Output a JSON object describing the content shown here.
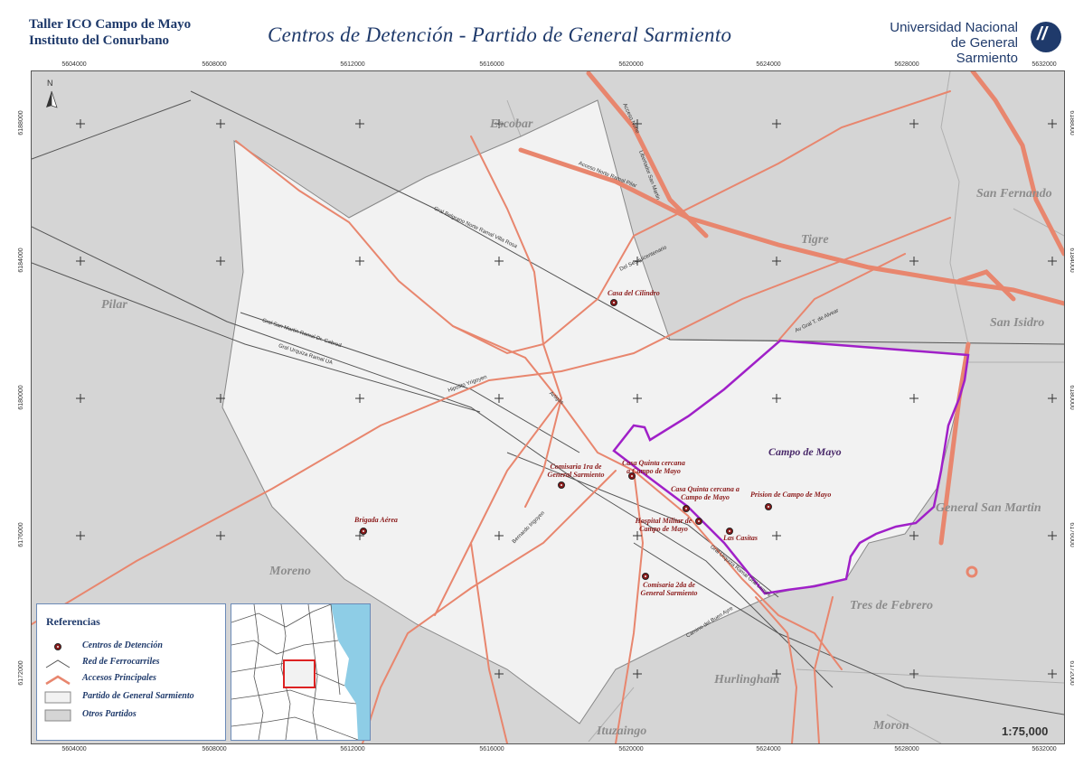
{
  "header": {
    "left_line1": "Taller ICO Campo de Mayo",
    "left_line2": "Instituto del Conurbano",
    "title": "Centros de Detención - Partido de General Sarmiento",
    "right_line1": "Universidad Nacional",
    "right_line2": "de General Sarmiento"
  },
  "grid": {
    "x_ticks": [
      "5604000",
      "5608000",
      "5612000",
      "5616000",
      "5620000",
      "5624000",
      "5628000",
      "5632000"
    ],
    "y_ticks": [
      "6188000",
      "6184000",
      "6180000",
      "6176000",
      "6172000"
    ]
  },
  "north_label": "N",
  "places": {
    "escobar": "Escobar",
    "tigre": "Tigre",
    "san_fernando": "San Fernando",
    "san_isidro": "San Isidro",
    "pilar": "Pilar",
    "campo_de_mayo": "Campo de Mayo",
    "general_san_martin": "General San Martin",
    "tres_de_febrero": "Tres de Febrero",
    "moreno": "Moreno",
    "hurlingham": "Hurlingham",
    "ituzaingo": "Ituzaingo",
    "moron": "Moron"
  },
  "detention_centers": [
    {
      "name": "Casa del Cilindro"
    },
    {
      "name": "Comisaria 1ra de General Sarmiento"
    },
    {
      "name": "Casa Quinta cercana a Campo de Mayo"
    },
    {
      "name": "Casa Quinta cercana a Campo de Mayo"
    },
    {
      "name": "Prision de Campo de Mayo"
    },
    {
      "name": "Hospital Militar de Campo de Mayo"
    },
    {
      "name": "Las Casitas"
    },
    {
      "name": "Brigada Aérea"
    },
    {
      "name": "Comisaria 2da de General Sarmiento"
    }
  ],
  "road_labels": {
    "acceso_norte_pilar": "Acceso Norte Ramal Pilar",
    "gral_belgrano": "Gral Belgrano Norte Ramal Villa Rosa",
    "del_sesquicentenario": "Del Sesquicentenario",
    "gral_san_martin": "Gral San Martin Ramal Dr. Cabred",
    "gral_urquiza_ua": "Gral Urquiza Ramal UA",
    "hipolito_yrigoyen": "Hipolito Yrigoyen",
    "artigas": "Artigas",
    "bernardo_irigoyen": "Bernardo Irigoyen",
    "libertador": "Libertador San Martin",
    "acceso_norte": "Acceso Norte",
    "gral_urquiza_ramal": "Gral Urquiza Ramal Gral Lemos",
    "camino_buen_ayre": "Camino del Buen Ayre",
    "av_alvear": "Av Gral T. de Alvear"
  },
  "legend": {
    "title": "Referencias",
    "items": [
      "Centros de Detención",
      "Red de Ferrocarriles",
      "Accesos Principales",
      "Partido de General Sarmiento",
      "Otros Partidos"
    ]
  },
  "scale": "1:75,000",
  "colors": {
    "roads": "#e8866e",
    "railways": "#555555",
    "campo_de_mayo_boundary": "#a020c8",
    "general_sarmiento_fill": "#f2f2f2",
    "other_partidos_fill": "#d5d5d5",
    "detention_center": "#8b1a1a",
    "title_blue": "#1f3a6b"
  }
}
